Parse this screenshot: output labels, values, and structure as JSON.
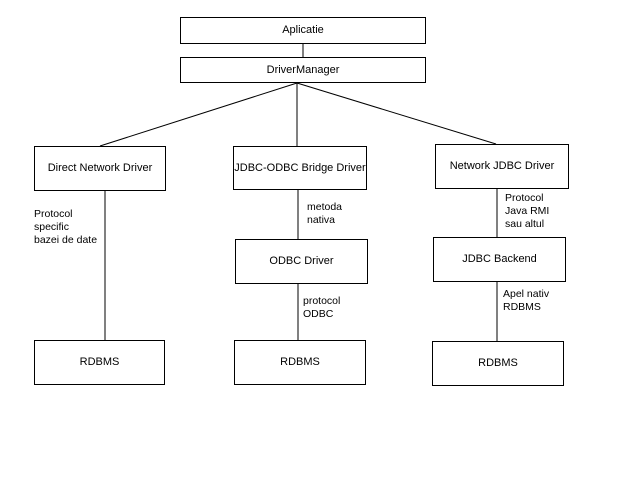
{
  "boxes": {
    "aplicatie": "Aplicatie",
    "driver_manager": "DriverManager",
    "direct_network_driver": "Direct Network Driver",
    "jdbc_odbc_bridge_driver": "JDBC-ODBC Bridge Driver",
    "network_jdbc_driver": "Network JDBC Driver",
    "odbc_driver": "ODBC Driver",
    "jdbc_backend": "JDBC Backend",
    "rdbms_left": "RDBMS",
    "rdbms_middle": "RDBMS",
    "rdbms_right": "RDBMS"
  },
  "edge_labels": {
    "protocol_specific": "Protocol\nspecific\nbazei de date",
    "metoda_nativa": "metoda\nnativa",
    "protocol_odbc": "protocol\nODBC",
    "protocol_java_rmi": "Protocol\nJava RMI\nsau altul",
    "apel_nativ": "Apel nativ\nRDBMS"
  }
}
